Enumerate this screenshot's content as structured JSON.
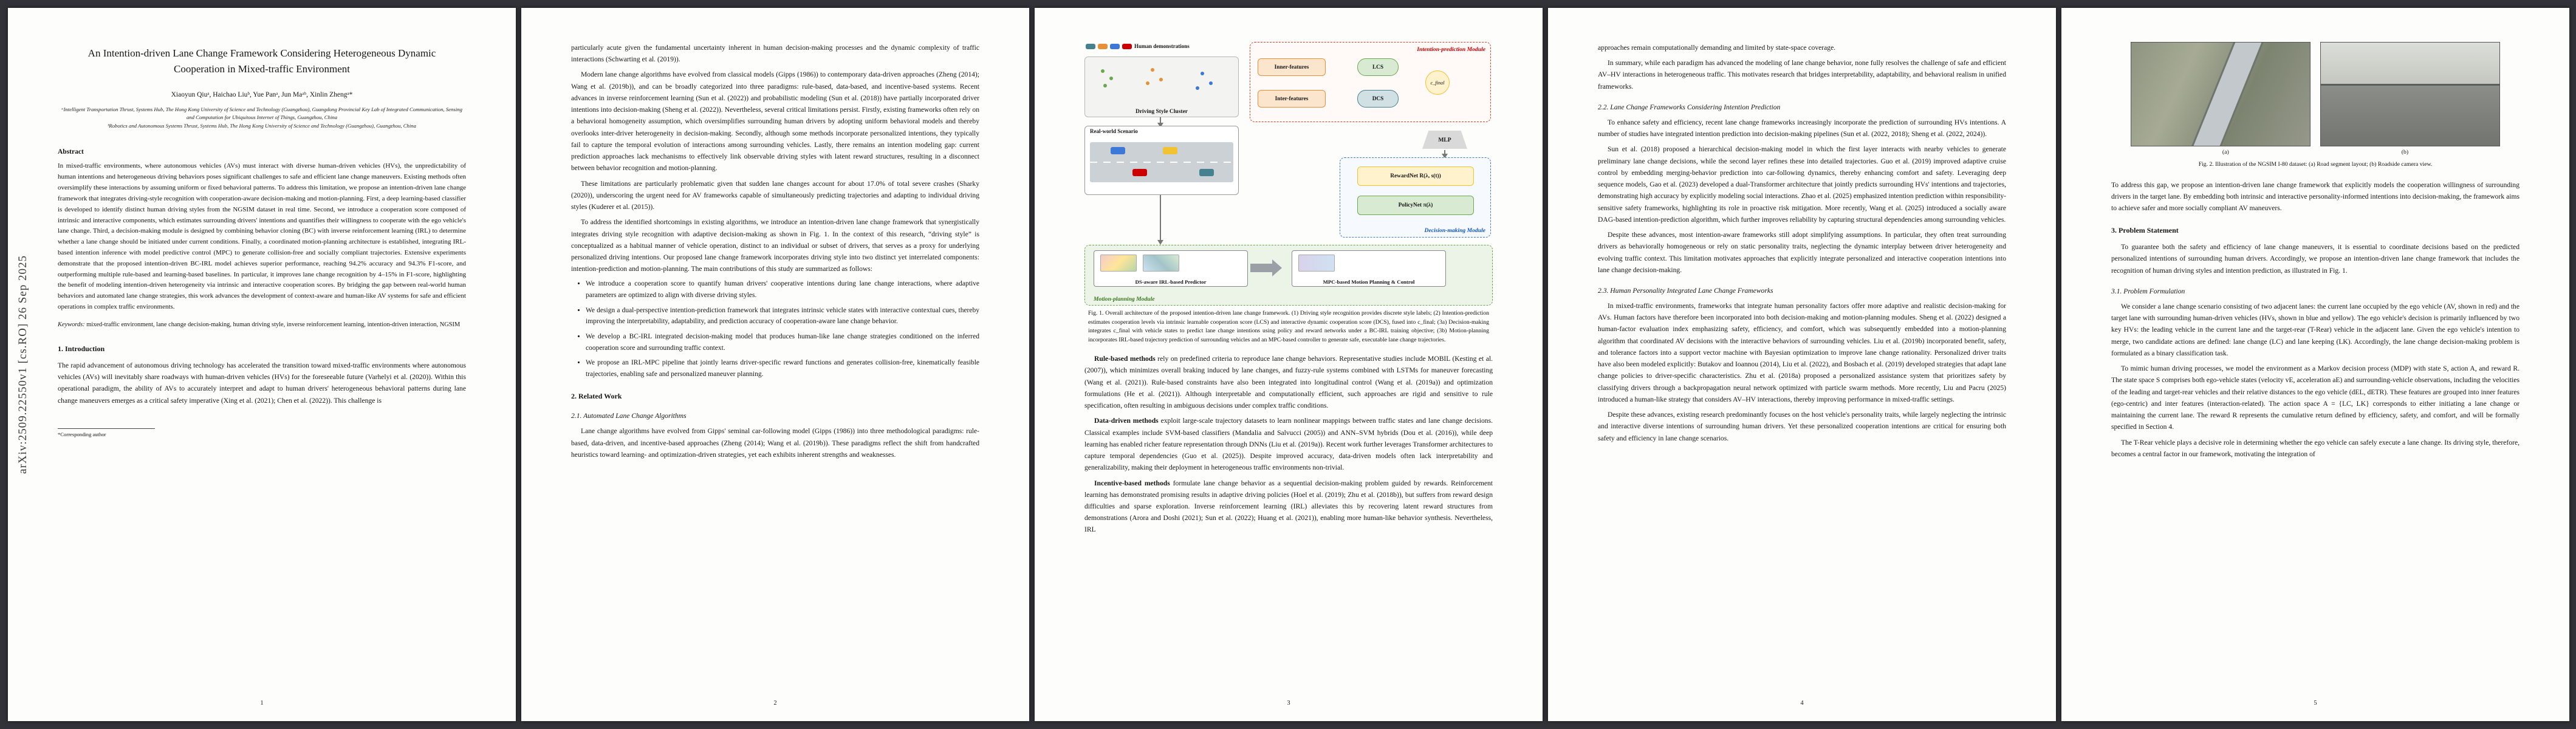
{
  "arxiv": {
    "watermark": "arXiv:2509.22550v1  [cs.RO]  26 Sep 2025"
  },
  "p1": {
    "title": "An Intention-driven Lane Change Framework Considering Heterogeneous Dynamic Cooperation in Mixed-traffic Environment",
    "authors": "Xiaoyun Qiuᵃ, Haichao Liuᵇ, Yue Panᵃ, Jun Maᵃᵇ, Xinlin Zhengᵃ*",
    "affil_a": "ᵃIntelligent Transportation Thrust, Systems Hub, The Hong Kong University of Science and Technology (Guangzhou), Guangdong Provincial Key Lab of Integrated Communication, Sensing and Computation for Ubiquitous Internet of Things, Guangzhou, China",
    "affil_b": "ᵇRobotics and Autonomous Systems Thrust, Systems Hub, The Hong Kong University of Science and Technology (Guangzhou), Guangzhou, China",
    "abstract_heading": "Abstract",
    "abstract": "In mixed-traffic environments, where autonomous vehicles (AVs) must interact with diverse human-driven vehicles (HVs), the unpredictability of human intentions and heterogeneous driving behaviors poses significant challenges to safe and efficient lane change maneuvers. Existing methods often oversimplify these interactions by assuming uniform or fixed behavioral patterns. To address this limitation, we propose an intention-driven lane change framework that integrates driving-style recognition with cooperation-aware decision-making and motion-planning. First, a deep learning-based classifier is developed to identify distinct human driving styles from the NGSIM dataset in real time. Second, we introduce a cooperation score composed of intrinsic and interactive components, which estimates surrounding drivers' intentions and quantifies their willingness to cooperate with the ego vehicle's lane change. Third, a decision-making module is designed by combining behavior cloning (BC) with inverse reinforcement learning (IRL) to determine whether a lane change should be initiated under current conditions. Finally, a coordinated motion-planning architecture is established, integrating IRL-based intention inference with model predictive control (MPC) to generate collision-free and socially compliant trajectories. Extensive experiments demonstrate that the proposed intention-driven BC-IRL model achieves superior performance, reaching 94.2% accuracy and 94.3% F1-score, and outperforming multiple rule-based and learning-based baselines. In particular, it improves lane change recognition by 4–15% in F1-score, highlighting the benefit of modeling intention-driven heterogeneity via intrinsic and interactive cooperation scores. By bridging the gap between real-world human behaviors and automated lane change strategies, this work advances the development of context-aware and human-like AV systems for safe and efficient operations in complex traffic environments.",
    "keywords_label": "Keywords:",
    "keywords": "mixed-traffic environment, lane change decision-making, human driving style, inverse reinforcement learning, intention-driven interaction, NGSIM",
    "s1_heading": "1. Introduction",
    "intro": "The rapid advancement of autonomous driving technology has accelerated the transition toward mixed-traffic environments where autonomous vehicles (AVs) will inevitably share roadways with human-driven vehicles (HVs) for the foreseeable future (Varhelyi et al. (2020)). Within this operational paradigm, the ability of AVs to accurately interpret and adapt to human drivers' heterogeneous behavioral patterns during lane change maneuvers emerges as a critical safety imperative (Xing et al. (2021); Chen et al. (2022)). This challenge is",
    "footnote": "*Corresponding author",
    "page_number": "1"
  },
  "p2": {
    "cont": "particularly acute given the fundamental uncertainty inherent in human decision-making processes and the dynamic complexity of traffic interactions (Schwarting et al. (2019)).",
    "para2": "Modern lane change algorithms have evolved from classical models (Gipps (1986)) to contemporary data-driven approaches (Zheng (2014); Wang et al. (2019b)), and can be broadly categorized into three paradigms: rule-based, data-based, and incentive-based systems. Recent advances in inverse reinforcement learning (Sun et al. (2022)) and probabilistic modeling (Sun et al. (2018)) have partially incorporated driver intentions into decision-making (Sheng et al. (2022)). Nevertheless, several critical limitations persist. Firstly, existing frameworks often rely on a behavioral homogeneity assumption, which oversimplifies surrounding human drivers by adopting uniform behavioral models and thereby overlooks inter-driver heterogeneity in decision-making. Secondly, although some methods incorporate personalized intentions, they typically fail to capture the temporal evolution of interactions among surrounding vehicles. Lastly, there remains an intention modeling gap: current prediction approaches lack mechanisms to effectively link observable driving styles with latent reward structures, resulting in a disconnect between behavior recognition and motion-planning.",
    "para3": "These limitations are particularly problematic given that sudden lane changes account for about 17.0% of total severe crashes (Sharky (2020)), underscoring the urgent need for AV frameworks capable of simultaneously predicting trajectories and adapting to individual driving styles (Kuderer et al. (2015)).",
    "para4": "To address the identified shortcomings in existing algorithms, we introduce an intention-driven lane change framework that synergistically integrates driving style recognition with adaptive decision-making as shown in Fig. 1. In the context of this research, “driving style” is conceptualized as a habitual manner of vehicle operation, distinct to an individual or subset of drivers, that serves as a proxy for underlying personalized driving intentions. Our proposed lane change framework incorporates driving style into two distinct yet interrelated components: intention-prediction and motion-planning. The main contributions of this study are summarized as follows:",
    "bullets": [
      "We introduce a cooperation score to quantify human drivers' cooperative intentions during lane change interactions, where adaptive parameters are optimized to align with diverse driving styles.",
      "We design a dual-perspective intention-prediction framework that integrates intrinsic vehicle states with interactive contextual cues, thereby improving the interpretability, adaptability, and prediction accuracy of cooperation-aware lane change behavior.",
      "We develop a BC-IRL integrated decision-making model that produces human-like lane change strategies conditioned on the inferred cooperation score and surrounding traffic context.",
      "We propose an IRL-MPC pipeline that jointly learns driver-specific reward functions and generates collision-free, kinematically feasible trajectories, enabling safe and personalized maneuver planning."
    ],
    "s2_heading": "2. Related Work",
    "s21_heading": "2.1. Automated Lane Change Algorithms",
    "para5": "Lane change algorithms have evolved from Gipps' seminal car-following model (Gipps (1986)) into three methodological paradigms: rule-based, data-driven, and incentive-based approaches (Zheng (2014); Wang et al. (2019b)). These paradigms reflect the shift from handcrafted heuristics toward learning- and optimization-driven strategies, yet each exhibits inherent strengths and weaknesses.",
    "page_number": "2"
  },
  "p3": {
    "fig1": {
      "human_demos": "Human demonstrations",
      "style_cluster": "Driving Style Cluster",
      "scenario": "Real-world Scenario",
      "intention_module": "Intention-prediction Module",
      "inner_features": "Inner-features",
      "inter_features": "Inter-features",
      "lcs": "LCS",
      "dcs": "DCS",
      "c_final": "c_final",
      "mlp": "MLP",
      "rewardnet": "RewardNet R(λ, s(t))",
      "policynet": "PolicyNet π(λ)",
      "decision_module": "Decision-making Module",
      "predictor": "DS-aware IRL-based Predictor",
      "mpc": "MPC-based Motion Planning & Control",
      "motion_module": "Motion-planning Module",
      "caption": "Fig. 1. Overall architecture of the proposed intention-driven lane change framework. (1) Driving style recognition provides discrete style labels; (2) Intention-prediction estimates cooperation levels via intrinsic learnable cooperation score (LCS) and interactive dynamic cooperation score (DCS), fused into c_final; (3a) Decision-making integrates c_final with vehicle states to predict lane change intentions using policy and reward networks under a BC-IRL training objective; (3b) Motion-planning incorporates IRL-based trajectory prediction of surrounding vehicles and an MPC-based controller to generate safe, executable lane change trajectories."
    },
    "rule": {
      "lead": "Rule-based methods",
      "text": "rely on predefined criteria to reproduce lane change behaviors. Representative studies include MOBIL (Kesting et al. (2007)), which minimizes overall braking induced by lane changes, and fuzzy-rule systems combined with LSTMs for maneuver forecasting (Wang et al. (2021)). Rule-based constraints have also been integrated into longitudinal control (Wang et al. (2019a)) and optimization formulations (He et al. (2021)). Although interpretable and computationally efficient, such approaches are rigid and sensitive to rule specification, often resulting in ambiguous decisions under complex traffic conditions."
    },
    "data": {
      "lead": "Data-driven methods",
      "text": "exploit large-scale trajectory datasets to learn nonlinear mappings between traffic states and lane change decisions. Classical examples include SVM-based classifiers (Mandalia and Salvucci (2005)) and ANN–SVM hybrids (Dou et al. (2016)), while deep learning has enabled richer feature representation through DNNs (Liu et al. (2019a)). Recent work further leverages Transformer architectures to capture temporal dependencies (Guo et al. (2025)). Despite improved accuracy, data-driven models often lack interpretability and generalizability, making their deployment in heterogeneous traffic environments non-trivial.",
      "lead2": ""
    },
    "incentive": {
      "lead": "Incentive-based methods",
      "text": "formulate lane change behavior as a sequential decision-making problem guided by rewards. Reinforcement learning has demonstrated promising results in adaptive driving policies (Hoel et al. (2019); Zhu et al. (2018b)), but suffers from reward design difficulties and sparse exploration. Inverse reinforcement learning (IRL) alleviates this by recovering latent reward structures from demonstrations (Arora and Doshi (2021); Sun et al. (2022); Huang et al. (2021)), enabling more human-like behavior synthesis. Nevertheless, IRL"
    },
    "page_number": "3"
  },
  "p4": {
    "cont": "approaches remain computationally demanding and limited by state-space coverage.",
    "para1": "In summary, while each paradigm has advanced the modeling of lane change behavior, none fully resolves the challenge of safe and efficient AV–HV interactions in heterogeneous traffic. This motivates research that bridges interpretability, adaptability, and behavioral realism in unified frameworks.",
    "s22_heading": "2.2. Lane Change Frameworks Considering Intention Prediction",
    "para2": "To enhance safety and efficiency, recent lane change frameworks increasingly incorporate the prediction of surrounding HVs intentions. A number of studies have integrated intention prediction into decision-making pipelines (Sun et al. (2022, 2018); Sheng et al. (2022, 2024)).",
    "para3": "Sun et al. (2018) proposed a hierarchical decision-making model in which the first layer interacts with nearby vehicles to generate preliminary lane change decisions, while the second layer refines these into detailed trajectories. Guo et al. (2019) improved adaptive cruise control by embedding merging-behavior prediction into car-following dynamics, thereby enhancing comfort and safety. Leveraging deep sequence models, Gao et al. (2023) developed a dual-Transformer architecture that jointly predicts surrounding HVs' intentions and trajectories, demonstrating high accuracy by explicitly modeling social interactions. Zhao et al. (2025) emphasized intention prediction within responsibility-sensitive safety frameworks, highlighting its role in proactive risk mitigation. More recently, Wang et al. (2025) introduced a socially aware DAG-based intention-prediction algorithm, which further improves reliability by capturing structural dependencies among surrounding vehicles.",
    "para4": "Despite these advances, most intention-aware frameworks still adopt simplifying assumptions. In particular, they often treat surrounding drivers as behaviorally homogeneous or rely on static personality traits, neglecting the dynamic interplay between driver heterogeneity and evolving traffic context. This limitation motivates approaches that explicitly integrate personalized and interactive cooperation intentions into lane change decision-making.",
    "s23_heading": "2.3. Human Personality Integrated Lane Change Frameworks",
    "para5": "In mixed-traffic environments, frameworks that integrate human personality factors offer more adaptive and realistic decision-making for AVs. Human factors have therefore been incorporated into both decision-making and motion-planning modules. Sheng et al. (2022) designed a human-factor evaluation index emphasizing safety, efficiency, and comfort, which was subsequently embedded into a motion-planning algorithm that coordinated AV decisions with the interactive behaviors of surrounding vehicles. Liu et al. (2019b) incorporated benefit, safety, and tolerance factors into a support vector machine with Bayesian optimization to improve lane change rationality. Personalized driver traits have also been modeled explicitly: Butakov and Ioannou (2014), Liu et al. (2022), and Bosbach et al. (2019) developed strategies that adapt lane change policies to driver-specific characteristics. Zhu et al. (2018a) proposed a personalized assistance system that prioritizes safety by classifying drivers through a backpropagation neural network optimized with particle swarm methods. More recently, Liu and Pacru (2025) introduced a human-like strategy that considers AV–HV interactions, thereby improving performance in mixed-traffic settings.",
    "para6": "Despite these advances, existing research predominantly focuses on the host vehicle's personality traits, while largely neglecting the intrinsic and interactive diverse intentions of surrounding human drivers. Yet these personalized cooperation intentions are critical for ensuring both safety and efficiency in lane change scenarios.",
    "page_number": "4"
  },
  "p5": {
    "fig2": {
      "label_a": "(a)",
      "label_b": "(b)",
      "caption": "Fig. 2. Illustration of the NGSIM I-80 dataset: (a) Road segment layout; (b) Roadside camera view."
    },
    "para1": "To address this gap, we propose an intention-driven lane change framework that explicitly models the cooperation willingness of surrounding drivers in the target lane. By embedding both intrinsic and interactive personality-informed intentions into decision-making, the framework aims to achieve safer and more socially compliant AV maneuvers.",
    "s3_heading": "3. Problem Statement",
    "para2": "To guarantee both the safety and efficiency of lane change maneuvers, it is essential to coordinate decisions based on the predicted personalized intentions of surrounding human drivers. Accordingly, we propose an intention-driven lane change framework that includes the recognition of human driving styles and intention prediction, as illustrated in Fig. 1.",
    "s31_heading": "3.1. Problem Formulation",
    "para3": "We consider a lane change scenario consisting of two adjacent lanes: the current lane occupied by the ego vehicle (AV, shown in red) and the target lane with surrounding human-driven vehicles (HVs, shown in blue and yellow). The ego vehicle's decision is primarily influenced by two key HVs: the leading vehicle in the current lane and the target-rear (T-Rear) vehicle in the adjacent lane. Given the ego vehicle's intention to merge, two candidate actions are defined: lane change (LC) and lane keeping (LK). Accordingly, the lane change decision-making problem is formulated as a binary classification task.",
    "para4": "To mimic human driving processes, we model the environment as a Markov decision process (MDP) with state S, action A, and reward R. The state space S comprises both ego-vehicle states (velocity vE, acceleration aE) and surrounding-vehicle observations, including the velocities of the leading and target-rear vehicles and their relative distances to the ego vehicle (dEL, dETR). These features are grouped into inner features (ego-centric) and inter features (interaction-related). The action space A = {LC, LK} corresponds to either initiating a lane change or maintaining the current lane. The reward R represents the cumulative return defined by efficiency, safety, and comfort, and will be formally specified in Section 4.",
    "para5": "The T-Rear vehicle plays a decisive role in determining whether the ego vehicle can safely execute a lane change. Its driving style, therefore, becomes a central factor in our framework, motivating the integration of",
    "page_number": "5"
  }
}
